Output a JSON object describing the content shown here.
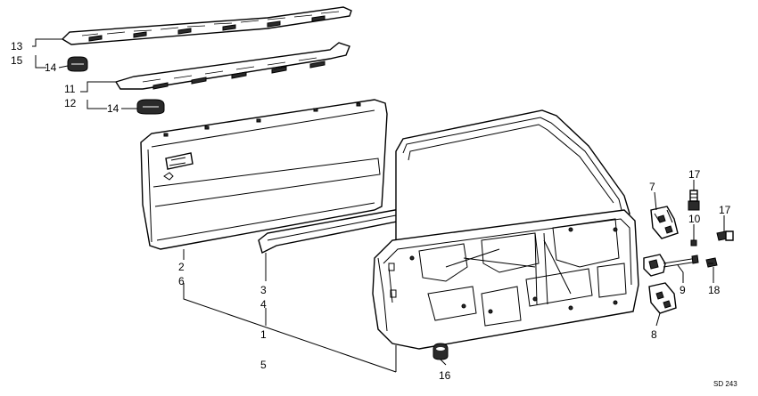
{
  "labels": {
    "l13": "13",
    "l15": "15",
    "l14a": "14",
    "l11": "11",
    "l12": "12",
    "l14b": "14",
    "l2": "2",
    "l6": "6",
    "l3": "3",
    "l4": "4",
    "l1": "1",
    "l5": "5",
    "l16": "16",
    "l7": "7",
    "l17a": "17",
    "l10": "10",
    "l17b": "17",
    "l9": "9",
    "l18": "18",
    "l8": "8"
  },
  "code": "SD 243"
}
